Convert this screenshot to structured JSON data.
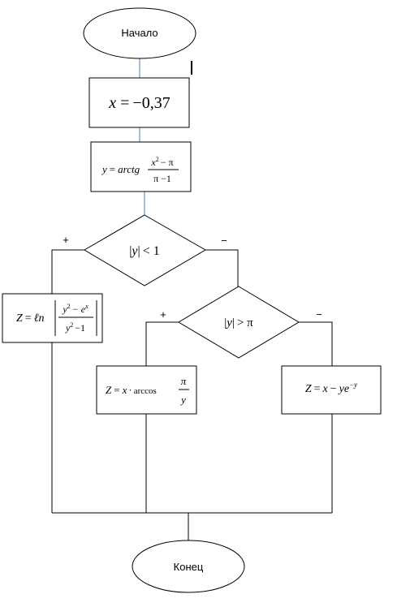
{
  "colors": {
    "stroke": "#000000",
    "connector_top": "#4a7ebb",
    "background": "#ffffff"
  },
  "terminals": {
    "start_label": "Начало",
    "end_label": "Конец"
  },
  "steps": {
    "assign_x": {
      "lhs": "x",
      "op": "=",
      "value": "−0,37"
    },
    "compute_y": {
      "lhs": "y",
      "op": "=",
      "func": "arctg",
      "num_var": "x",
      "num_exp": "2",
      "num_rest": "− π",
      "den": "π −1"
    }
  },
  "decisions": {
    "d1": {
      "bar_open": "|",
      "var": "y",
      "bar_close": "|",
      "rest": "< 1",
      "yes_label": "+",
      "no_label": "−"
    },
    "d2": {
      "bar_open": "|",
      "var": "y",
      "bar_close": "|",
      "rest": "> π",
      "yes_label": "+",
      "no_label": "−"
    }
  },
  "formulas": {
    "f1": {
      "lhs": "Z",
      "op": "=",
      "func": "ℓn",
      "num_var": "y",
      "num_exp": "2",
      "num_mid": "− e",
      "num_exp2": "x",
      "den_var": "y",
      "den_exp": "2",
      "den_rest": "−1"
    },
    "f2": {
      "lhs": "Z",
      "op": "=",
      "x": "x",
      "dot": "·",
      "func": "arccos",
      "num": "π",
      "den": "y"
    },
    "f3": {
      "lhs": "Z",
      "op": "=",
      "x": "x",
      "minus": "−",
      "y": "y",
      "e": "e",
      "exp": "−y"
    }
  }
}
